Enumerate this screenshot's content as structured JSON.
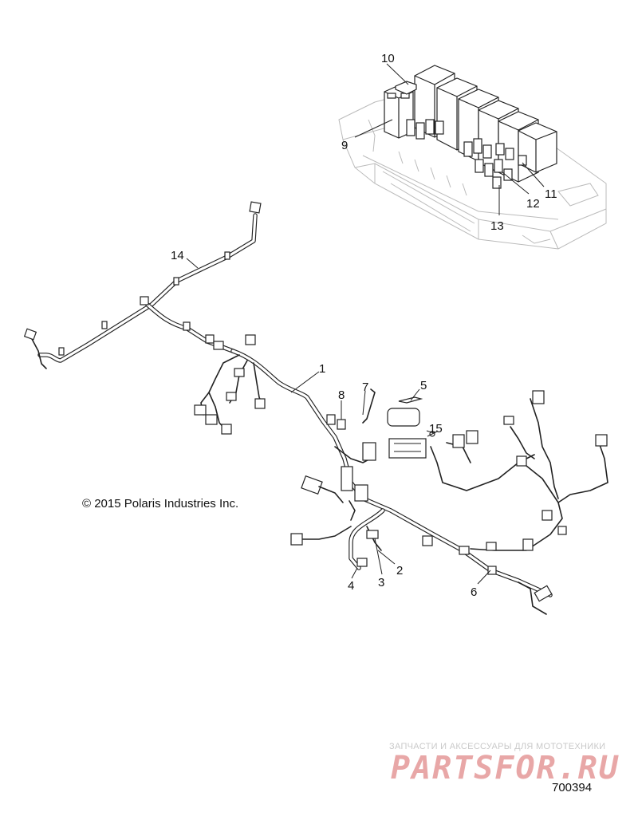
{
  "diagram": {
    "callouts": [
      {
        "id": "1",
        "label": "1"
      },
      {
        "id": "2",
        "label": "2"
      },
      {
        "id": "3",
        "label": "3"
      },
      {
        "id": "4",
        "label": "4"
      },
      {
        "id": "5",
        "label": "5"
      },
      {
        "id": "6",
        "label": "6"
      },
      {
        "id": "7",
        "label": "7"
      },
      {
        "id": "8",
        "label": "8"
      },
      {
        "id": "9",
        "label": "9"
      },
      {
        "id": "10",
        "label": "10"
      },
      {
        "id": "11",
        "label": "11"
      },
      {
        "id": "12",
        "label": "12"
      },
      {
        "id": "13",
        "label": "13"
      },
      {
        "id": "14",
        "label": "14"
      },
      {
        "id": "15",
        "label": "15"
      }
    ],
    "copyright": "© 2015 Polaris Industries Inc.",
    "figure_number": "700394"
  },
  "watermark": {
    "tagline": "ЗАПЧАСТИ И АКСЕССУАРЫ ДЛЯ МОТОТЕХНИКИ",
    "brand": "PARTSFOR.RU"
  }
}
